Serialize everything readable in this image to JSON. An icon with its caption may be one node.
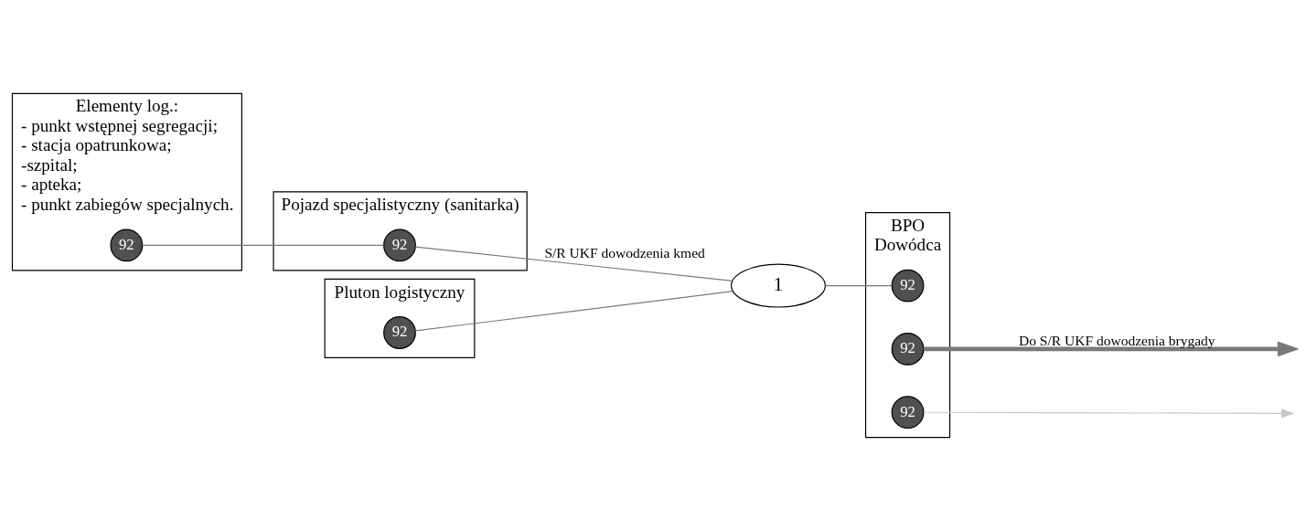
{
  "diagram": {
    "nodes": [
      {
        "text": [
          "Elementy log.:",
          "- punkt wstępnej segregacji;",
          "- stacja opatrunkowa;",
          "-szpital;",
          "- apteka;",
          "- punkt zabiegów specjalnych."
        ]
      },
      {
        "text": [
          "92"
        ],
        "in": 0
      },
      {
        "text": [
          "Pojazd specjalistyczny (sanitarka)"
        ]
      },
      {
        "text": [
          "92"
        ],
        "in": 2
      },
      {
        "text": [
          "1"
        ]
      },
      {
        "text": [
          "Pluton logistyczny"
        ]
      },
      {
        "text": [
          "92"
        ],
        "in": 5
      },
      {
        "text": [
          "BPO",
          "Dowódca"
        ]
      },
      {
        "text": [
          "92"
        ],
        "in": 7
      },
      {
        "text": [
          "92"
        ],
        "in": 7
      },
      {
        "text": [
          "92"
        ],
        "in": 7
      }
    ],
    "edges": [
      {
        "from": 1,
        "to": 3,
        "arrow": "none"
      },
      {
        "from": 3,
        "to": 4,
        "arrow": "none",
        "label": "S/R UKF dowodzenia kmed"
      },
      {
        "from": 6,
        "to": 4,
        "arrow": "none"
      },
      {
        "from": 4,
        "to": 8,
        "arrow": "none"
      },
      {
        "from": 9,
        "to": null,
        "arrow": "to",
        "label": "Do S/R UKF dowodzenia brygady",
        "style": "thick"
      },
      {
        "from": 10,
        "to": null,
        "arrow": "to",
        "color": "#c8c8c8"
      }
    ]
  }
}
